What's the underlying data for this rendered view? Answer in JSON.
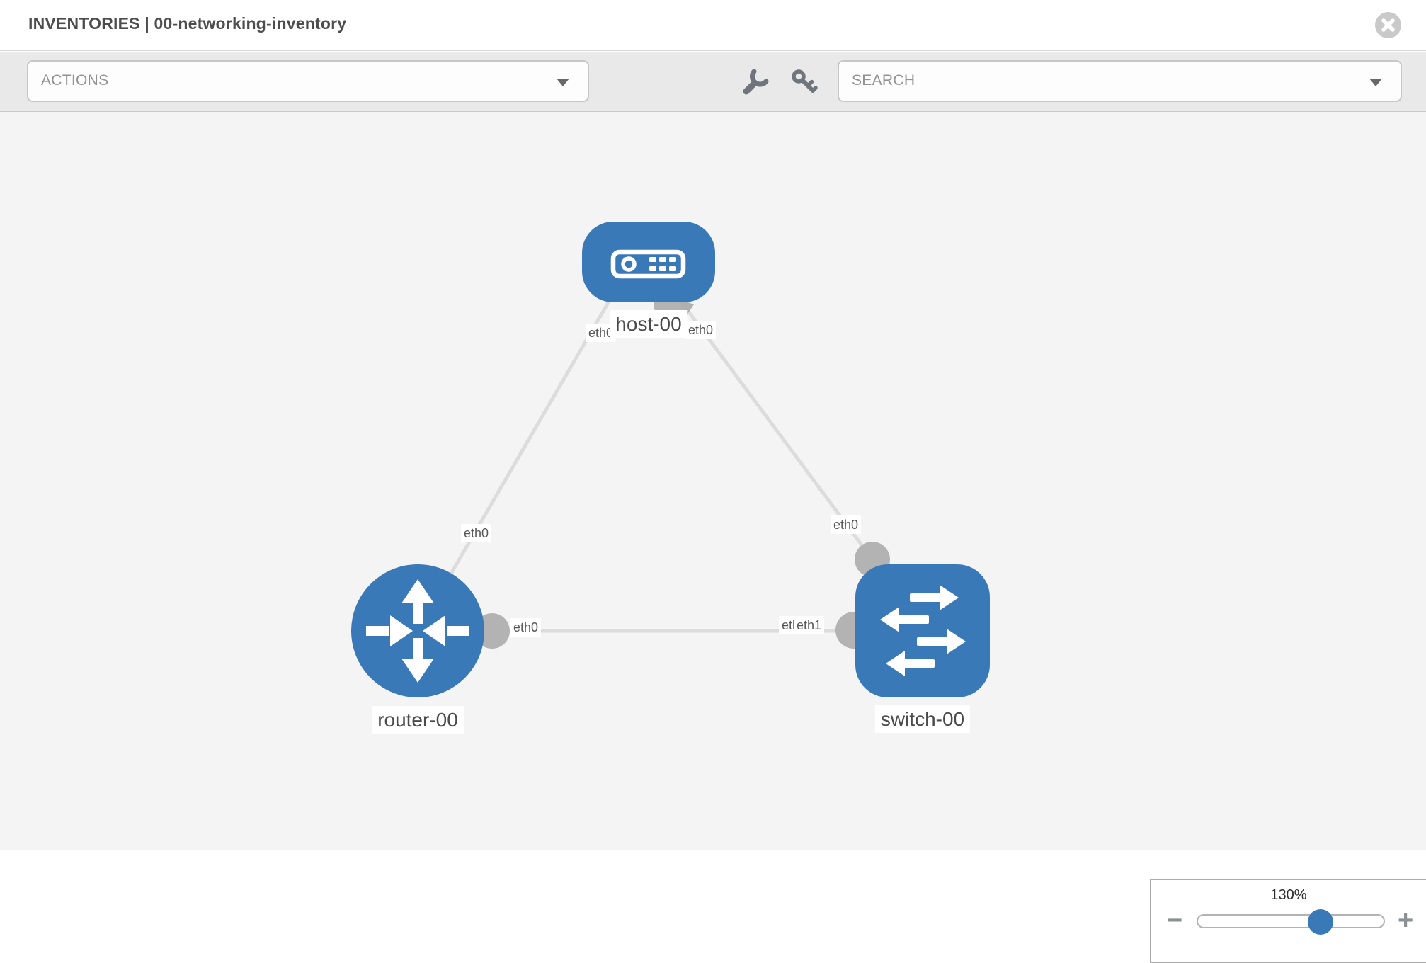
{
  "header": {
    "title": "INVENTORIES | 00-networking-inventory",
    "close_icon": "close-icon"
  },
  "toolbar": {
    "actions_label": "ACTIONS",
    "search_placeholder": "SEARCH",
    "icons": [
      "wrench-icon",
      "key-icon"
    ]
  },
  "colors": {
    "node_blue": "#3a79b8",
    "port_gray": "#b3b3b3",
    "edge_gray": "#dcdcdc",
    "canvas_bg": "#f4f4f4"
  },
  "topology": {
    "nodes": [
      {
        "id": "host-00",
        "label": "host-00",
        "type": "host",
        "icon": "host-icon"
      },
      {
        "id": "router-00",
        "label": "router-00",
        "type": "router",
        "icon": "router-icon"
      },
      {
        "id": "switch-00",
        "label": "switch-00",
        "type": "switch",
        "icon": "switch-icon"
      }
    ],
    "links": [
      {
        "from": "host-00",
        "from_iface": "eth0",
        "to": "router-00",
        "to_iface": "eth0"
      },
      {
        "from": "host-00",
        "from_iface": "eth0",
        "to": "switch-00",
        "to_iface": "eth0"
      },
      {
        "from": "router-00",
        "from_iface": "eth0",
        "to": "switch-00",
        "to_iface": "eth1"
      }
    ]
  },
  "zoom": {
    "level_label": "130%",
    "minus_label": "−",
    "plus_label": "+"
  }
}
